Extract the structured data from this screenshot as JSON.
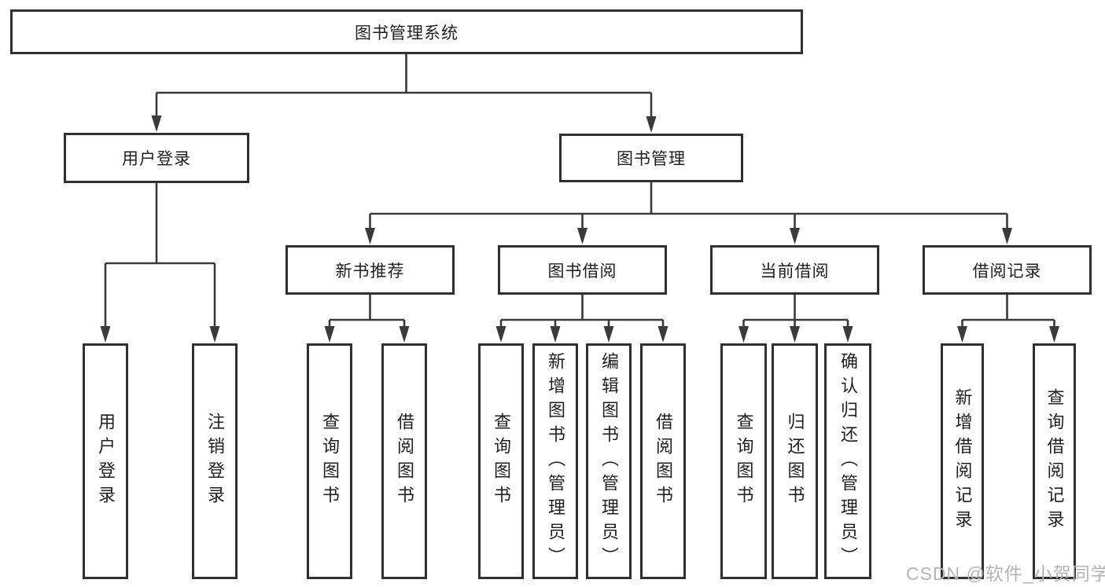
{
  "diagram": {
    "root_label": "图书管理系统",
    "level2": {
      "user_login": {
        "label": "用户登录",
        "children": [
          "用户登录",
          "注销登录"
        ]
      },
      "book_management": {
        "label": "图书管理"
      }
    },
    "groups": [
      {
        "label": "新书推荐",
        "children": [
          "查询图书",
          "借阅图书"
        ]
      },
      {
        "label": "图书借阅",
        "children": [
          "查询图书",
          "新增图书（管理员）",
          "编辑图书（管理员）",
          "借阅图书"
        ]
      },
      {
        "label": "当前借阅",
        "children": [
          "查询图书",
          "归还图书",
          "确认归还（管理员）"
        ]
      },
      {
        "label": "借阅记录",
        "children": [
          "新增借阅记录",
          "查询借阅记录"
        ]
      }
    ],
    "watermark": "CSDN @软件_小贺同学",
    "colors": {
      "line": "#3a3a3a",
      "box_border": "#303030",
      "text": "#1f1f1f",
      "watermark": "#b3b3b3",
      "background": "#ffffff"
    }
  }
}
